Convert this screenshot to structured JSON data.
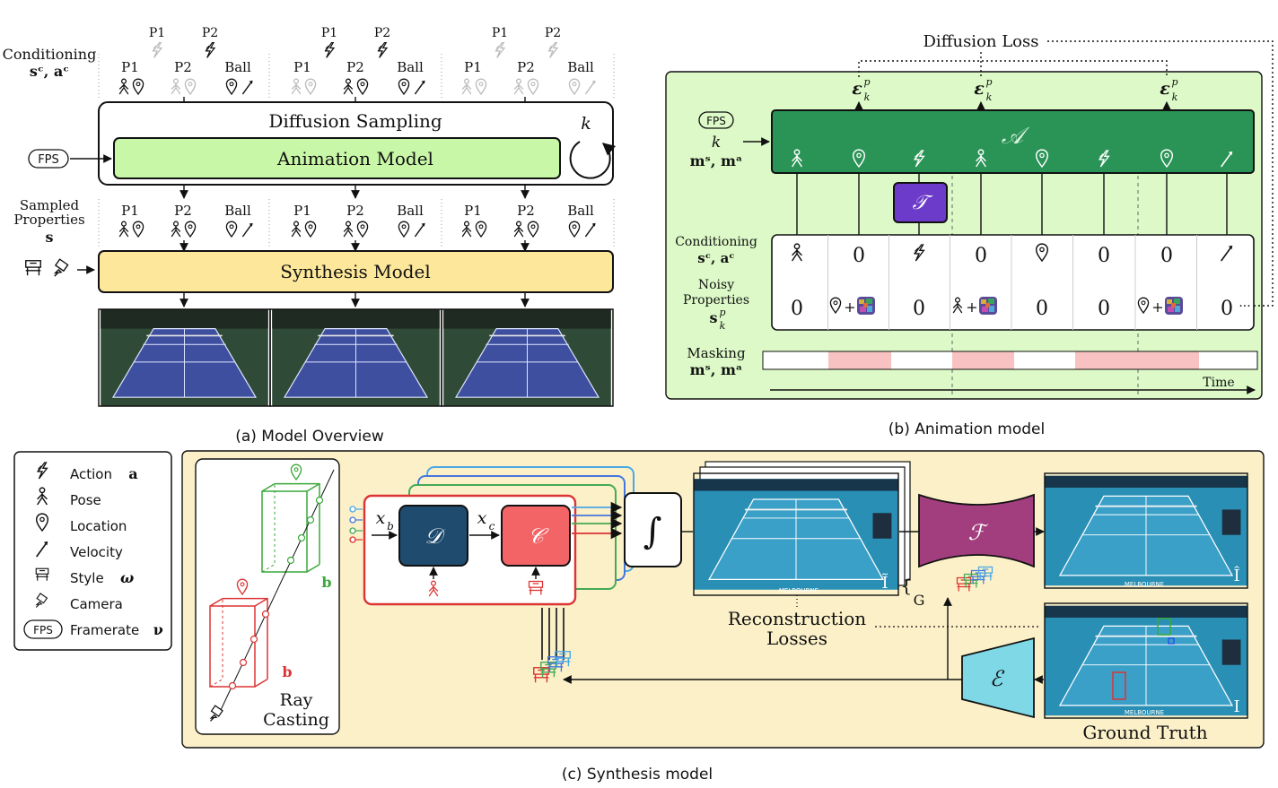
{
  "panel_a": {
    "caption": "(a) Model Overview",
    "conditioning_label": "Conditioning",
    "conditioning_vars": "sᶜ, aᶜ",
    "p1": "P1",
    "p2": "P2",
    "ball": "Ball",
    "diffusion_title": "Diffusion Sampling",
    "k": "k",
    "animation_model": "Animation Model",
    "fps": "FPS",
    "sampled_label_1": "Sampled",
    "sampled_label_2": "Properties",
    "sampled_var": "s",
    "synthesis_model": "Synthesis Model"
  },
  "panel_b": {
    "caption": "(b) Animation model",
    "diffusion_loss": "Diffusion Loss",
    "eps": "ε",
    "eps_sup": "p",
    "eps_sub": "k",
    "fps": "FPS",
    "k": "k",
    "mask_vars": "mˢ, mᵃ",
    "anim_symbol": "𝒜",
    "transformer_symbol": "𝒯",
    "conditioning_label": "Conditioning",
    "conditioning_vars": "sᶜ, aᶜ",
    "noisy_label_1": "Noisy",
    "noisy_label_2": "Properties",
    "noisy_var": "s",
    "zero": "0",
    "plus": "+",
    "masking_label": "Masking",
    "masking_vars": "mˢ, mᵃ",
    "time": "Time",
    "ellipsis": "···"
  },
  "panel_c": {
    "caption": "(c) Synthesis model",
    "legend": [
      {
        "icon": "action-icon",
        "label": "Action",
        "sym": "a"
      },
      {
        "icon": "pose-icon",
        "label": "Pose",
        "sym": ""
      },
      {
        "icon": "location-icon",
        "label": "Location",
        "sym": ""
      },
      {
        "icon": "velocity-icon",
        "label": "Velocity",
        "sym": ""
      },
      {
        "icon": "style-icon",
        "label": "Style",
        "sym": "ω"
      },
      {
        "icon": "camera-icon",
        "label": "Camera",
        "sym": ""
      },
      {
        "icon": "fps-icon",
        "label": "Framerate",
        "sym": "ν"
      }
    ],
    "fps": "FPS",
    "ray_casting_1": "Ray",
    "ray_casting_2": "Casting",
    "b_label": "b",
    "xb": "x",
    "xb_sub": "b",
    "xc": "x",
    "xc_sub": "c",
    "d_symbol": "𝒟",
    "c_symbol": "𝒞",
    "f_symbol": "ℱ",
    "e_symbol": "ℰ",
    "integral": "∫",
    "g_label": "G",
    "i_tilde": "Ĩ",
    "i_hat": "Î",
    "i_plain": "I",
    "reconstruction_1": "Reconstruction",
    "reconstruction_2": "Losses",
    "ground_truth": "Ground Truth",
    "melbourne": "MELBOURNE"
  },
  "colors": {
    "animation_green": "#c9f7a8",
    "synthesis_yellow": "#fde79a",
    "panel_b_bg": "#dcf9c7",
    "panel_c_bg": "#fbf0c8",
    "anim_dark": "#2a9356",
    "transformer_purple": "#6c3bc9",
    "d_blue": "#1f4b6e",
    "c_red": "#f26466",
    "f_magenta": "#a23e7e",
    "e_cyan": "#7fd8e6",
    "mask_pink": "#f8c2c2"
  }
}
